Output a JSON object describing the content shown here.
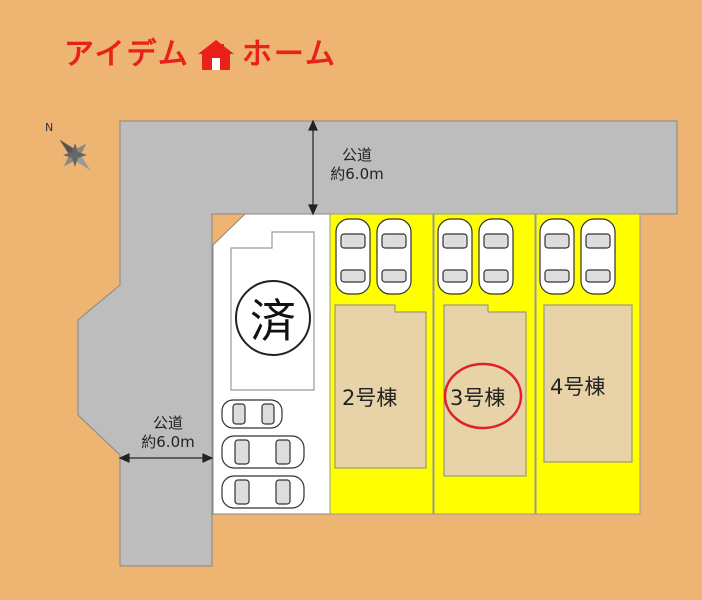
{
  "header": {
    "logo_left": "アイデム",
    "logo_right": "ホーム",
    "logo_icon": "house-logo-icon",
    "brand_color": "#E8211B"
  },
  "map": {
    "compass_icon": "compass-north-icon",
    "compass_letter": "N",
    "road_top": {
      "line1": "公道",
      "line2": "約6.0m"
    },
    "road_left": {
      "line1": "公道",
      "line2": "約6.0m"
    },
    "sold_mark": "済",
    "lots": [
      {
        "label": "2号棟",
        "highlighted": false
      },
      {
        "label": "3号棟",
        "highlighted": true
      },
      {
        "label": "4号棟",
        "highlighted": false
      }
    ],
    "colors": {
      "background": "#EDB472",
      "road": "#BDBDBD",
      "lot_fill": "#FFFF00",
      "building": "#E8D3A9",
      "highlight_circle": "#E0202A"
    }
  }
}
